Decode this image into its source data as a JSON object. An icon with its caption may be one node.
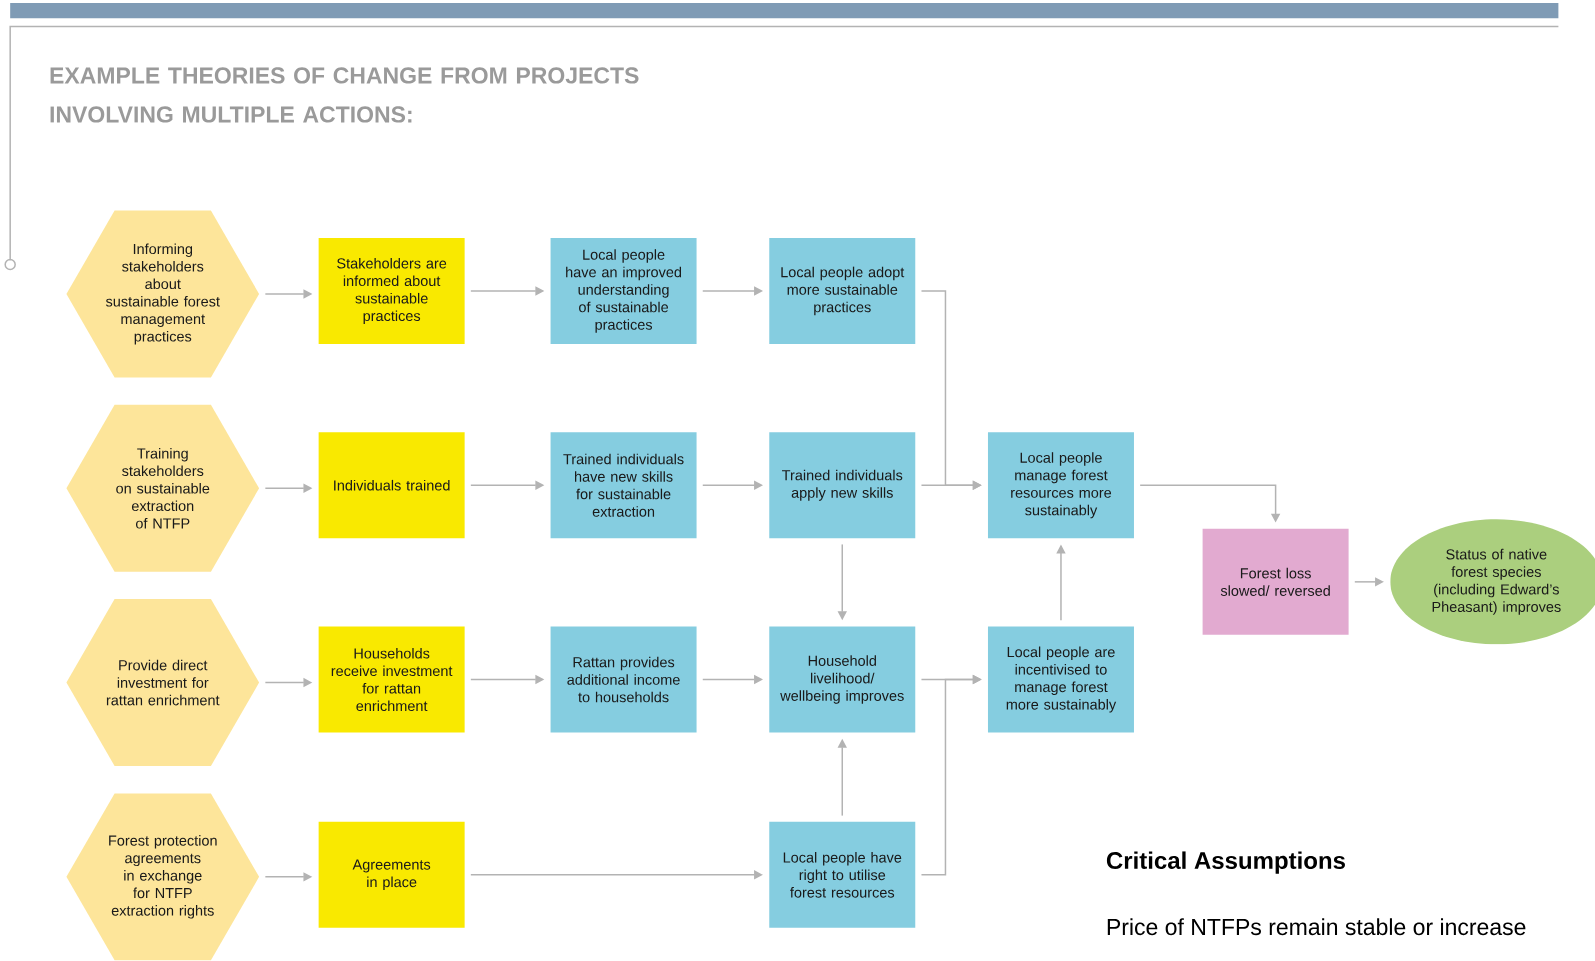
{
  "diagram": {
    "title": "EXAMPLE THEORIES OF CHANGE FROM PROJECTS INVOLVING MULTIPLE ACTIONS:",
    "nodes": [
      {
        "text": [
          "Informing stakeholders about sustainable forest management practices"
        ]
      },
      {
        "text": [
          "Stakeholders are informed about sustainable practices"
        ]
      },
      {
        "text": [
          "Local people have an improved understanding of sustainable practices"
        ]
      },
      {
        "text": [
          "Local people adopt more sustainable practices"
        ]
      },
      {
        "text": [
          "Training stakeholders on sustainable extraction of NTFP"
        ]
      },
      {
        "text": [
          "Individuals trained"
        ]
      },
      {
        "text": [
          "Trained individuals have new skills for sustainable extraction"
        ]
      },
      {
        "text": [
          "Trained individuals apply new skills"
        ]
      },
      {
        "text": [
          "Local people manage forest resources more sustainably"
        ]
      },
      {
        "text": [
          "Forest loss slowed/ reversed"
        ]
      },
      {
        "text": [
          "Status of native forest species (including Edward’s Pheasant) improves"
        ]
      },
      {
        "text": [
          "Provide direct investment for rattan enrichment"
        ]
      },
      {
        "text": [
          "Households receive investment for rattan enrichment"
        ]
      },
      {
        "text": [
          "Rattan provides additional income to households"
        ]
      },
      {
        "text": [
          "Household livelihood/ wellbeing improves"
        ]
      },
      {
        "text": [
          "Local people are incentivised to manage forest more sustainably"
        ]
      },
      {
        "text": [
          "Forest protection agreements in exchange for NTFP extraction rights"
        ]
      },
      {
        "text": [
          "Agreements in place"
        ]
      },
      {
        "text": [
          "Local people have right to utilise forest resources"
        ]
      }
    ],
    "edges": [
      {
        "from": 0,
        "to": 1,
        "arrow": "to"
      },
      {
        "from": 1,
        "to": 2,
        "arrow": "to"
      },
      {
        "from": 2,
        "to": 3,
        "arrow": "to"
      },
      {
        "from": 3,
        "to": 8,
        "arrow": "to"
      },
      {
        "from": 4,
        "to": 5,
        "arrow": "to"
      },
      {
        "from": 5,
        "to": 6,
        "arrow": "to"
      },
      {
        "from": 6,
        "to": 7,
        "arrow": "to"
      },
      {
        "from": 7,
        "to": 8,
        "arrow": "to"
      },
      {
        "from": 7,
        "to": 14,
        "arrow": "to"
      },
      {
        "from": 8,
        "to": 9,
        "arrow": "to"
      },
      {
        "from": 9,
        "to": 10,
        "arrow": "to"
      },
      {
        "from": 11,
        "to": 12,
        "arrow": "to"
      },
      {
        "from": 12,
        "to": 13,
        "arrow": "to"
      },
      {
        "from": 13,
        "to": 14,
        "arrow": "to"
      },
      {
        "from": 14,
        "to": 15,
        "arrow": "to"
      },
      {
        "from": 15,
        "to": 8,
        "arrow": "to"
      },
      {
        "from": 16,
        "to": 17,
        "arrow": "to"
      },
      {
        "from": 17,
        "to": 18,
        "arrow": "to"
      },
      {
        "from": 18,
        "to": 14,
        "arrow": "to"
      },
      {
        "from": 18,
        "to": 15,
        "arrow": "to"
      }
    ],
    "labels": [
      "**Critical Assumptions**",
      "Price of NTFPs remain stable or increase"
    ]
  }
}
